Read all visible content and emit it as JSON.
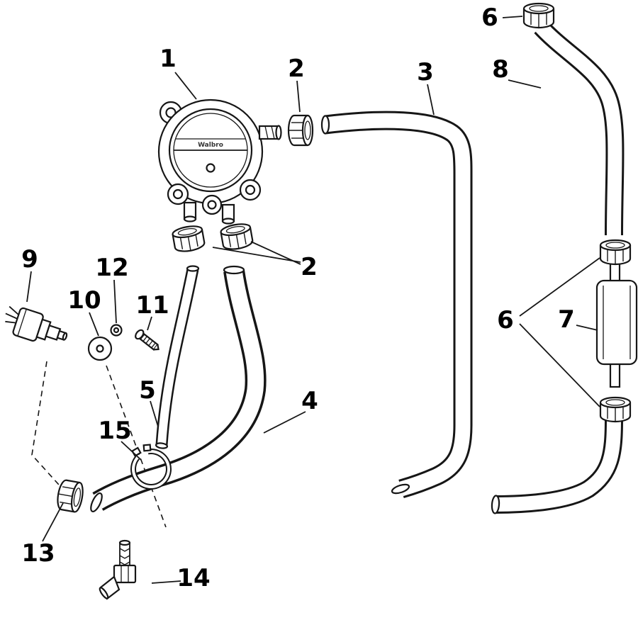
{
  "pump": {
    "brand": "Walbro"
  },
  "callouts": {
    "c1": "1",
    "c2_top": "2",
    "c2_bottom": "2",
    "c3": "3",
    "c4": "4",
    "c5": "5",
    "c6_top": "6",
    "c6_mid": "6",
    "c7": "7",
    "c8": "8",
    "c9": "9",
    "c10": "10",
    "c11": "11",
    "c12": "12",
    "c13": "13",
    "c14": "14",
    "c15": "15"
  }
}
